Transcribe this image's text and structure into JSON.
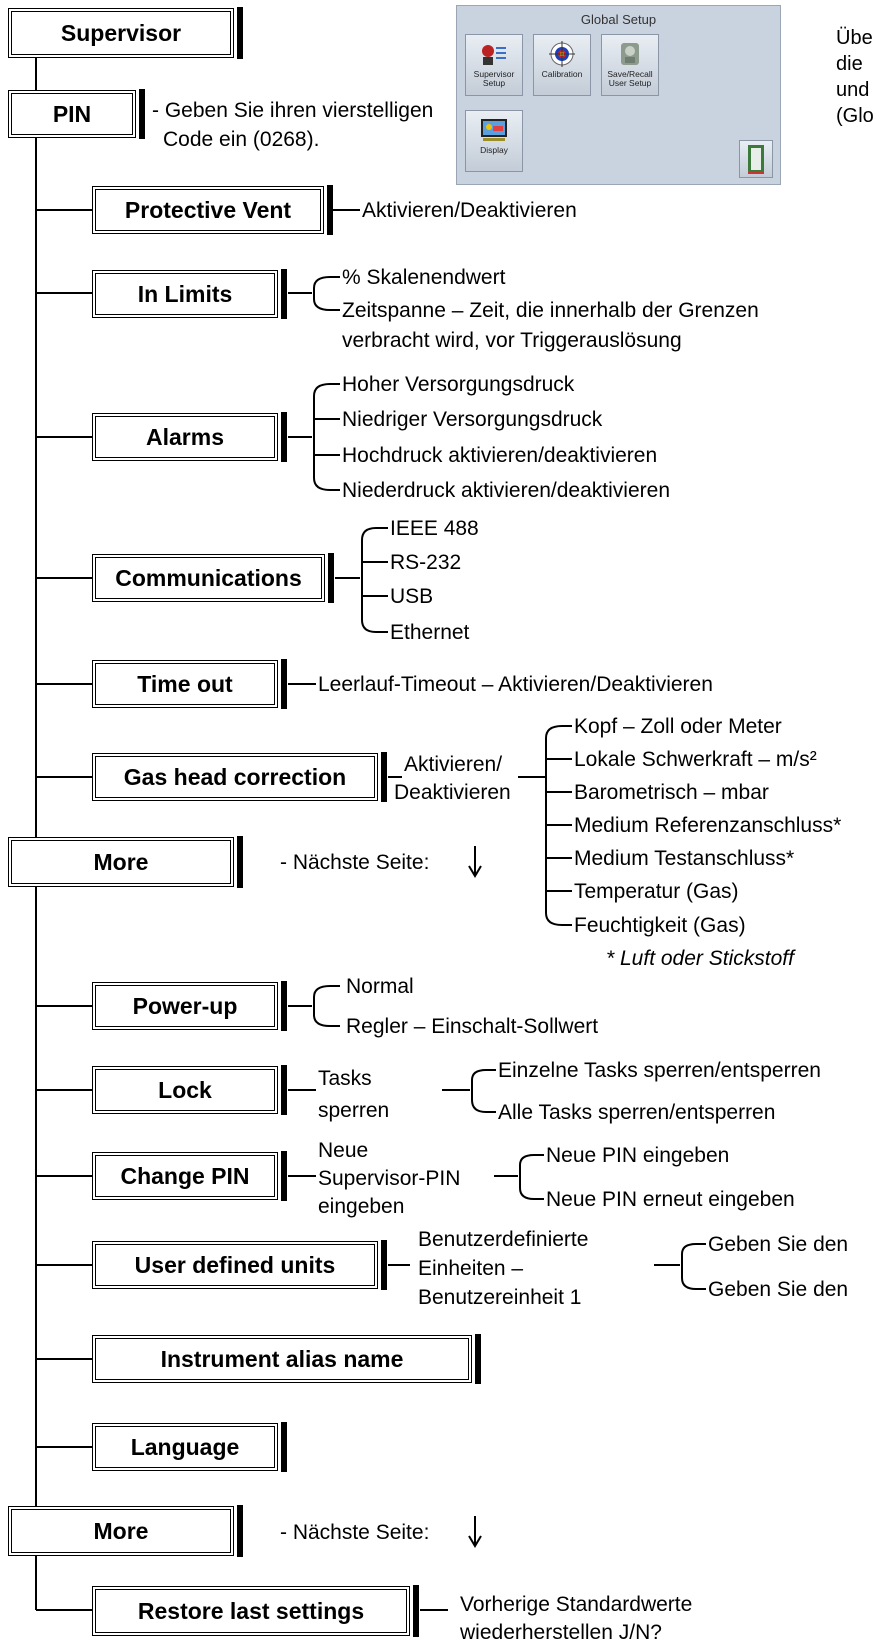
{
  "panel": {
    "title": "Global Setup",
    "tiles": [
      {
        "label": "Supervisor Setup",
        "icon": "supervisor-icon"
      },
      {
        "label": "Calibration",
        "icon": "target-icon"
      },
      {
        "label": "Save/Recall User Setup",
        "icon": "save-recall-icon"
      },
      {
        "label": "Display",
        "icon": "display-icon"
      }
    ],
    "exit_icon": "exit-door-icon"
  },
  "side_note": {
    "line1": "Übe",
    "line2": "die",
    "line3": "und",
    "line4": "(Glo"
  },
  "nodes": {
    "supervisor": "Supervisor",
    "pin": "PIN",
    "protective_vent": "Protective Vent",
    "in_limits": "In Limits",
    "alarms": "Alarms",
    "communications": "Communications",
    "time_out": "Time out",
    "gas_head": "Gas head correction",
    "more1": "More",
    "power_up": "Power-up",
    "lock": "Lock",
    "change_pin": "Change PIN",
    "user_units": "User defined units",
    "alias": "Instrument alias name",
    "language": "Language",
    "more2": "More",
    "restore": "Restore last settings"
  },
  "texts": {
    "pin_desc1": "- Geben Sie ihren vierstelligen",
    "pin_desc2": "Code ein (0268).",
    "vent": "Aktivieren/Deaktivieren",
    "inlimits1": "% Skalenendwert",
    "inlimits2a": "Zeitspanne – Zeit, die innerhalb der Grenzen",
    "inlimits2b": "verbracht wird, vor Triggerauslösung",
    "alarm1": "Hoher Versorgungsdruck",
    "alarm2": "Niedriger Versorgungsdruck",
    "alarm3": "Hochdruck aktivieren/deaktivieren",
    "alarm4": "Niederdruck aktivieren/deaktivieren",
    "comm1": "IEEE 488",
    "comm2": "RS-232",
    "comm3": "USB",
    "comm4": "Ethernet",
    "timeout": "Leerlauf-Timeout – Aktivieren/Deaktivieren",
    "gas_mid1": "Aktivieren/",
    "gas_mid2": "Deaktivieren",
    "gas1": "Kopf – Zoll oder Meter",
    "gas2": "Lokale Schwerkraft – m/s²",
    "gas3": "Barometrisch – mbar",
    "gas4": "Medium Referenzanschluss*",
    "gas5": "Medium Testanschluss*",
    "gas6": "Temperatur (Gas)",
    "gas7": "Feuchtigkeit (Gas)",
    "gas_note": "* Luft oder Stickstoff",
    "more1": "- Nächste Seite:",
    "power1": "Normal",
    "power2": "Regler – Einschalt-Sollwert",
    "lock_mid1": "Tasks",
    "lock_mid2": "sperren",
    "lock1": "Einzelne Tasks sperren/entsperren",
    "lock2": "Alle Tasks sperren/entsperren",
    "cpin_mid1": "Neue",
    "cpin_mid2": "Supervisor-PIN",
    "cpin_mid3": "eingeben",
    "cpin1": "Neue PIN eingeben",
    "cpin2": "Neue PIN erneut eingeben",
    "uu_mid1": "Benutzerdefinierte",
    "uu_mid2": "Einheiten –",
    "uu_mid3": "Benutzereinheit 1",
    "uu1": "Geben Sie den",
    "uu2": "Geben Sie den",
    "more2": "- Nächste Seite:",
    "restore1": "Vorherige Standardwerte",
    "restore2": "wiederherstellen J/N?"
  },
  "arrow_icon": "arrow-down-icon"
}
